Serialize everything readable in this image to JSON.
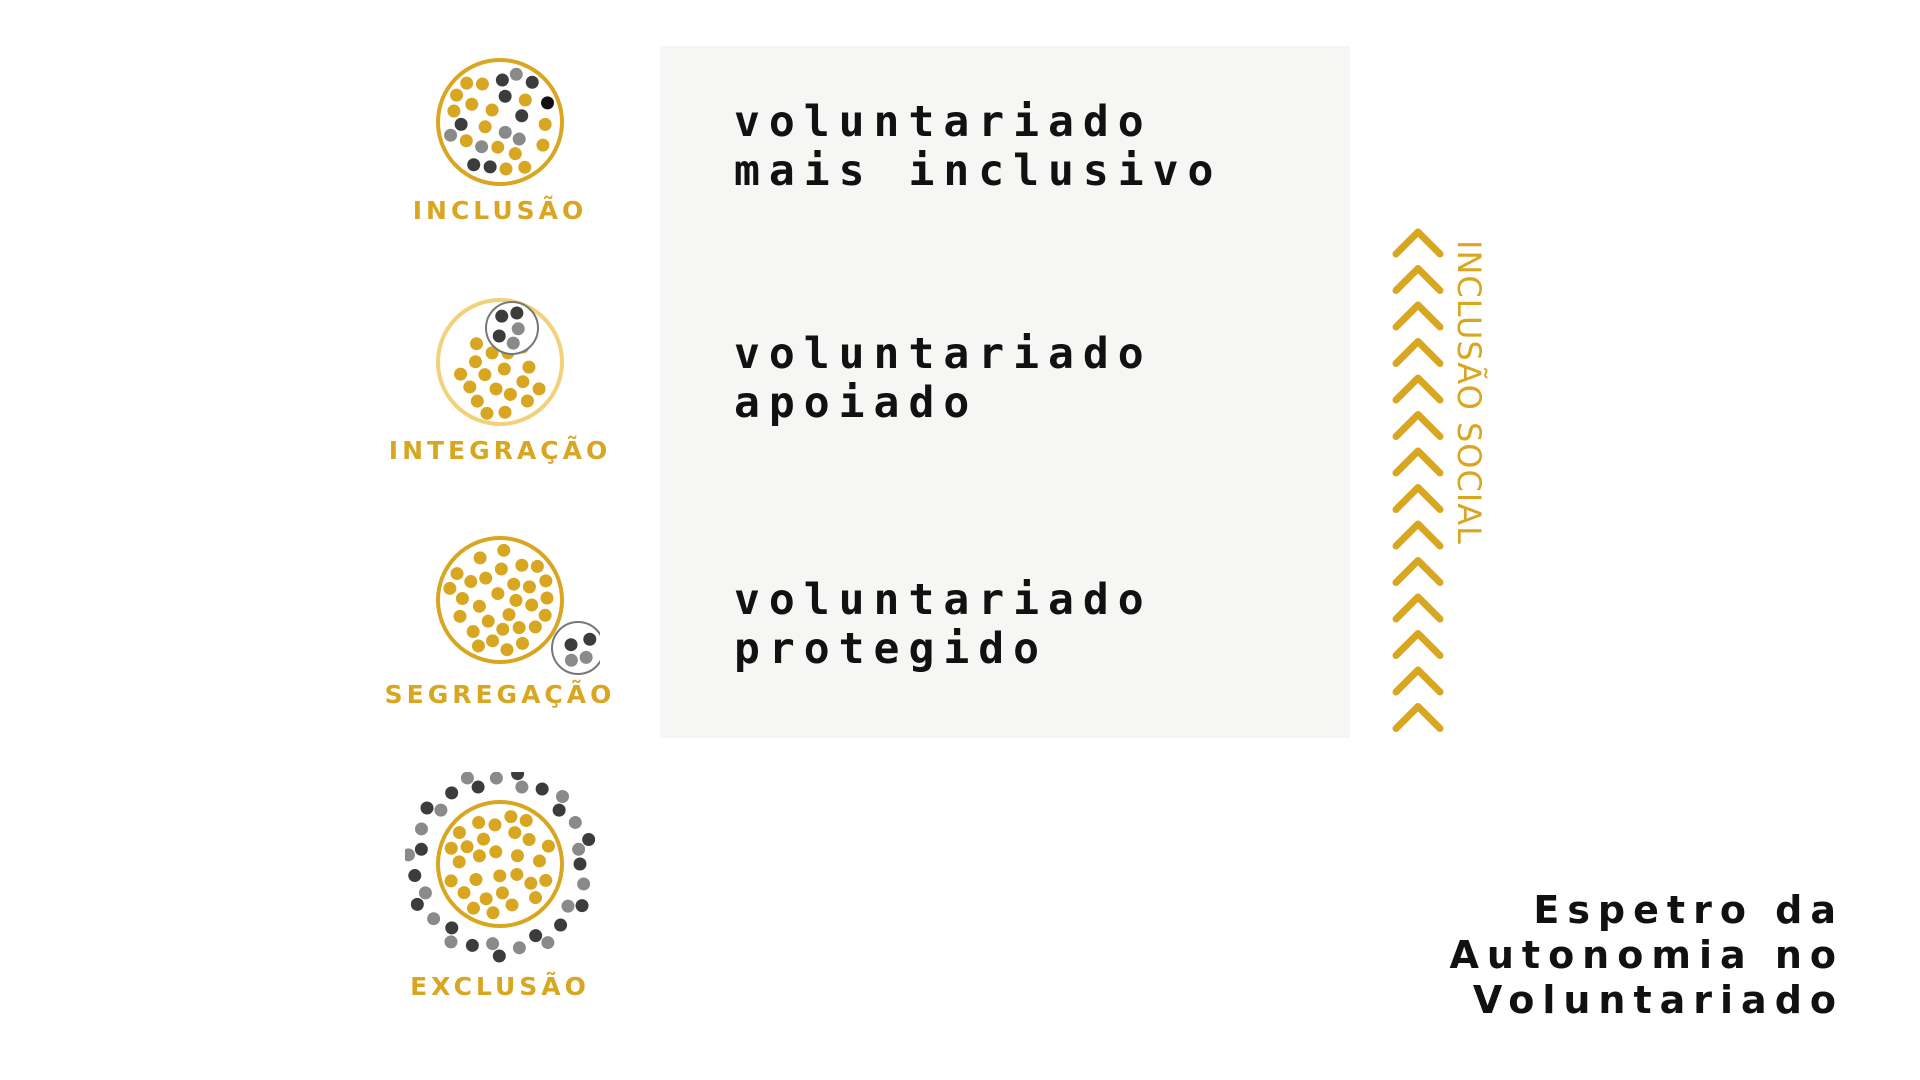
{
  "levels": [
    {
      "label": "INCLUSÃO"
    },
    {
      "label": "INTEGRAÇÃO"
    },
    {
      "label": "SEGREGAÇÃO"
    },
    {
      "label": "EXCLUSÃO"
    }
  ],
  "panel": {
    "items": [
      {
        "line1": "voluntariado",
        "line2": "mais inclusivo"
      },
      {
        "line1": "voluntariado",
        "line2": "apoiado"
      },
      {
        "line1": "voluntariado",
        "line2": "protegido"
      }
    ]
  },
  "arrow": {
    "label": "INCLUSÃO SOCIAL",
    "chevron_count": 14
  },
  "title": {
    "line1": "Espetro da",
    "line2": "Autonomia no",
    "line3": "Voluntariado"
  },
  "colors": {
    "accent": "#d9a621",
    "dark_dot": "#3c3c3c",
    "grey_dot": "#8a8a8a",
    "panel_bg": "#f6f6f5"
  }
}
